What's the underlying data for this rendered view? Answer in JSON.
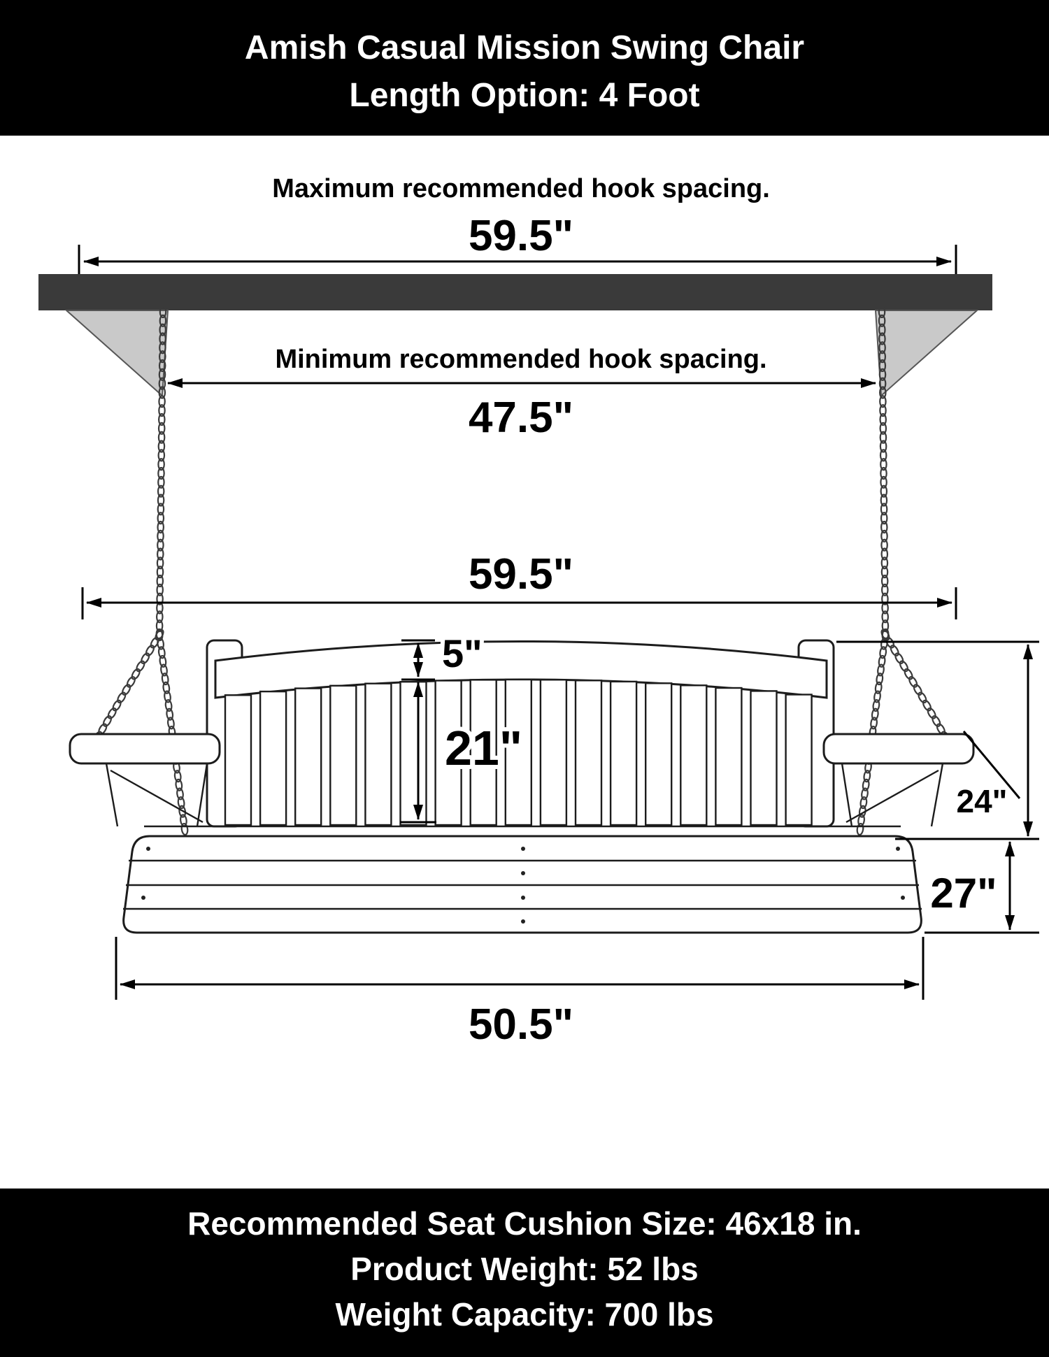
{
  "header": {
    "title_line1": "Amish Casual Mission Swing Chair",
    "title_line2": "Length Option: 4 Foot"
  },
  "dimensions": {
    "max_hook_label": "Maximum recommended hook spacing.",
    "max_hook_spacing": "59.5\"",
    "min_hook_label": "Minimum recommended hook spacing.",
    "min_hook_spacing": "47.5\"",
    "overall_width": "59.5\"",
    "back_top_rail_height": "5\"",
    "back_slat_height": "21\"",
    "side_height": "24\"",
    "seat_depth": "27\"",
    "seat_width": "50.5\""
  },
  "footer": {
    "cushion_line": "Recommended Seat Cushion Size: 46x18 in.",
    "weight_line": "Product Weight: 52 lbs",
    "capacity_line": "Weight Capacity: 700 lbs"
  },
  "colors": {
    "banner": "#000000",
    "beam": "#3a3a3a",
    "gusset": "#c9c9c9",
    "line_art": "#1c1c1c"
  }
}
